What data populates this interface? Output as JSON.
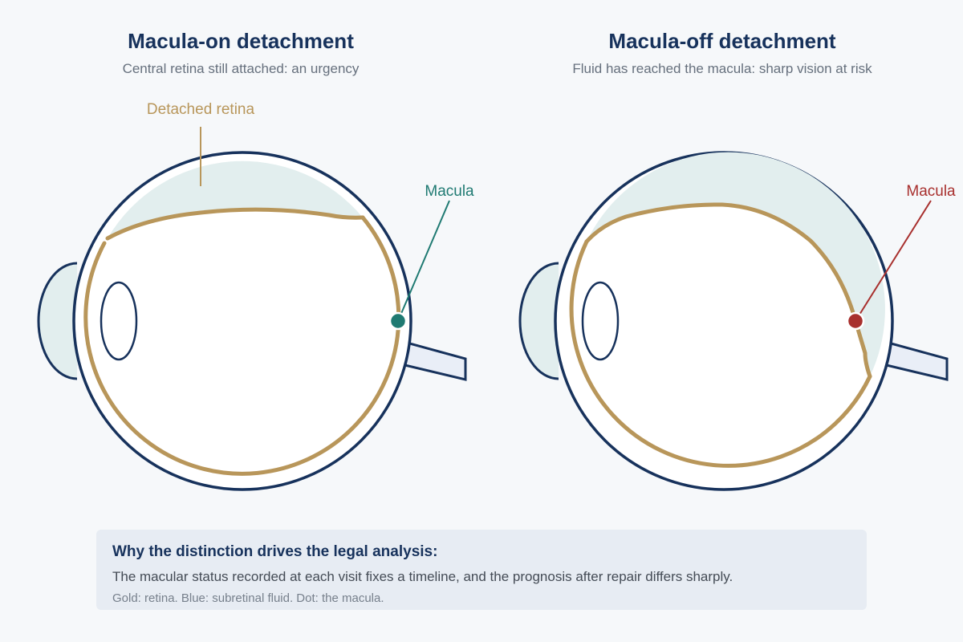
{
  "panels": [
    {
      "title": "Macula-on detachment",
      "subtitle": "Central retina still attached: an urgency",
      "labels": {
        "detached_retina": "Detached retina",
        "macula": "Macula"
      },
      "macula_status": "on",
      "macula_color": "#1f7a72"
    },
    {
      "title": "Macula-off detachment",
      "subtitle": "Fluid has reached the macula: sharp vision at risk",
      "labels": {
        "macula": "Macula"
      },
      "macula_status": "off",
      "macula_color": "#a8302e"
    }
  ],
  "note": {
    "heading": "Why the distinction drives the legal analysis:",
    "body": "The macular status recorded at each visit fixes a timeline, and the prognosis after repair differs sharply.",
    "legend": "Gold: retina. Blue: subretinal fluid. Dot: the macula."
  },
  "colors": {
    "eye_outline": "#17325c",
    "retina": "#b8965a",
    "fluid": "#e2eeee",
    "optic_nerve": "#e9eef7",
    "detached_label": "#b8965a",
    "macula_on": "#1f7a72",
    "macula_off": "#a8302e"
  }
}
